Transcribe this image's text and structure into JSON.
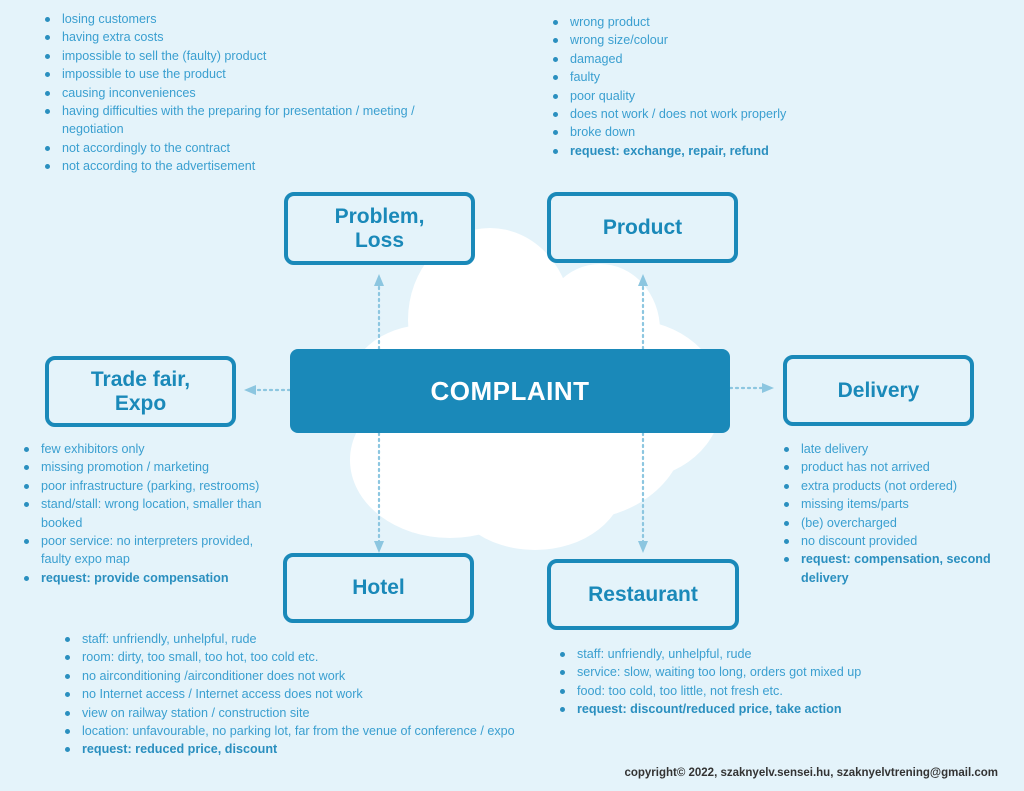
{
  "colors": {
    "background": "#e4f3fa",
    "accent": "#1a89b9",
    "text": "#3a9fd0",
    "cloud": "#ffffff",
    "arrow": "#8cc6e0"
  },
  "center": {
    "label": "COMPLAINT"
  },
  "categories": {
    "problem_loss": {
      "label": "Problem,\nLoss",
      "items": [
        {
          "text": "losing customers",
          "bold": false
        },
        {
          "text": "having extra costs",
          "bold": false
        },
        {
          "text": "impossible to sell the (faulty) product",
          "bold": false
        },
        {
          "text": "impossible to use the product",
          "bold": false
        },
        {
          "text": "causing inconveniences",
          "bold": false
        },
        {
          "text": " having difficulties with the preparing for presentation / meeting / negotiation",
          "bold": false
        },
        {
          "text": "not accordingly to the contract",
          "bold": false
        },
        {
          "text": "not according to the advertisement",
          "bold": false
        }
      ]
    },
    "product": {
      "label": "Product",
      "items": [
        {
          "text": "wrong product",
          "bold": false
        },
        {
          "text": "wrong size/colour",
          "bold": false
        },
        {
          "text": "damaged",
          "bold": false
        },
        {
          "text": "faulty",
          "bold": false
        },
        {
          "text": "poor quality",
          "bold": false
        },
        {
          "text": "does not work / does not work properly",
          "bold": false
        },
        {
          "text": "broke down",
          "bold": false
        },
        {
          "text": "request: exchange, repair, refund",
          "bold": true
        }
      ]
    },
    "trade_fair": {
      "label": "Trade fair,\nExpo",
      "items": [
        {
          "text": "few exhibitors only",
          "bold": false
        },
        {
          "text": "missing promotion / marketing",
          "bold": false
        },
        {
          "text": "poor infrastructure (parking, restrooms)",
          "bold": false
        },
        {
          "text": "stand/stall: wrong location, smaller than booked",
          "bold": false
        },
        {
          "text": "poor service: no interpreters provided, faulty expo map",
          "bold": false
        },
        {
          "text": "request: provide compensation",
          "bold": true
        }
      ]
    },
    "delivery": {
      "label": "Delivery",
      "items": [
        {
          "text": "late delivery",
          "bold": false
        },
        {
          "text": "product has not arrived",
          "bold": false
        },
        {
          "text": "extra products (not ordered)",
          "bold": false
        },
        {
          "text": "missing items/parts",
          "bold": false
        },
        {
          "text": "(be) overcharged",
          "bold": false
        },
        {
          "text": "no discount provided",
          "bold": false
        },
        {
          "text": "request: compensation, second delivery",
          "bold": true
        }
      ]
    },
    "hotel": {
      "label": "Hotel",
      "items": [
        {
          "text": "staff: unfriendly, unhelpful, rude",
          "bold": false
        },
        {
          "text": "room: dirty, too small, too hot, too cold etc.",
          "bold": false
        },
        {
          "text": "no airconditioning /airconditioner does not work",
          "bold": false
        },
        {
          "text": "no Internet access / Internet access does not work",
          "bold": false
        },
        {
          "text": "view on railway station / construction site",
          "bold": false
        },
        {
          "text": "location: unfavourable, no parking lot, far from the venue of conference / expo",
          "bold": false
        },
        {
          "text": "request: reduced price, discount",
          "bold": true
        }
      ]
    },
    "restaurant": {
      "label": "Restaurant",
      "items": [
        {
          "text": "staff: unfriendly, unhelpful, rude",
          "bold": false
        },
        {
          "text": "service: slow, waiting too long, orders got mixed up",
          "bold": false
        },
        {
          "text": "food: too cold, too little, not fresh etc.",
          "bold": false
        },
        {
          "text": "request: discount/reduced price, take action",
          "bold": true
        }
      ]
    }
  },
  "footer": {
    "copyright": "copyright© 2022, szaknyelv.sensei.hu, szaknyelvtrening@gmail.com"
  }
}
